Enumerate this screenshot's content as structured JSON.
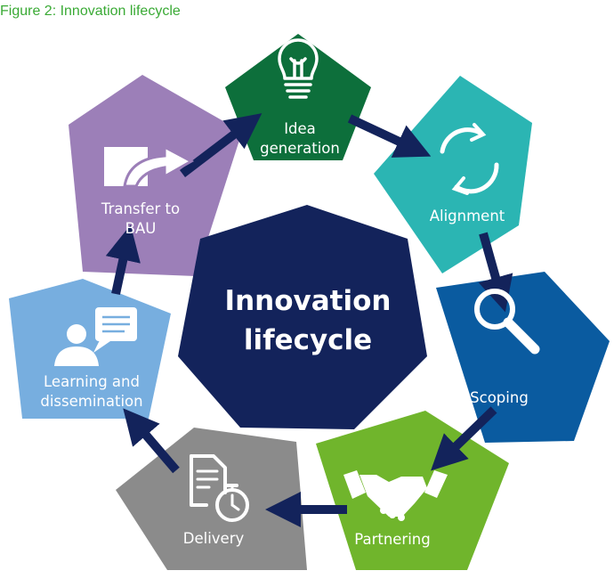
{
  "figure_caption": "Figure 2: Innovation lifecycle",
  "center": {
    "line1": "Innovation",
    "line2": "lifecycle",
    "color": "#13235b"
  },
  "arrow_color": "#13235b",
  "stages": [
    {
      "icon": "lightbulb-icon",
      "color": "#0d6f3b",
      "lines": [
        "Idea",
        "generation"
      ]
    },
    {
      "icon": "cycle-arrows-icon",
      "color": "#2bb5b3",
      "lines": [
        "Alignment"
      ]
    },
    {
      "icon": "magnifier-icon",
      "color": "#0a5ba0",
      "lines": [
        "Scoping"
      ]
    },
    {
      "icon": "handshake-icon",
      "color": "#70b52c",
      "lines": [
        "Partnering"
      ]
    },
    {
      "icon": "document-stopwatch-icon",
      "color": "#8b8b8b",
      "lines": [
        "Delivery"
      ]
    },
    {
      "icon": "person-speech-icon",
      "color": "#77aedf",
      "lines": [
        "Learning and",
        "dissemination"
      ]
    },
    {
      "icon": "transfer-arrow-icon",
      "color": "#9c7fb8",
      "lines": [
        "Transfer to",
        "BAU"
      ]
    }
  ]
}
